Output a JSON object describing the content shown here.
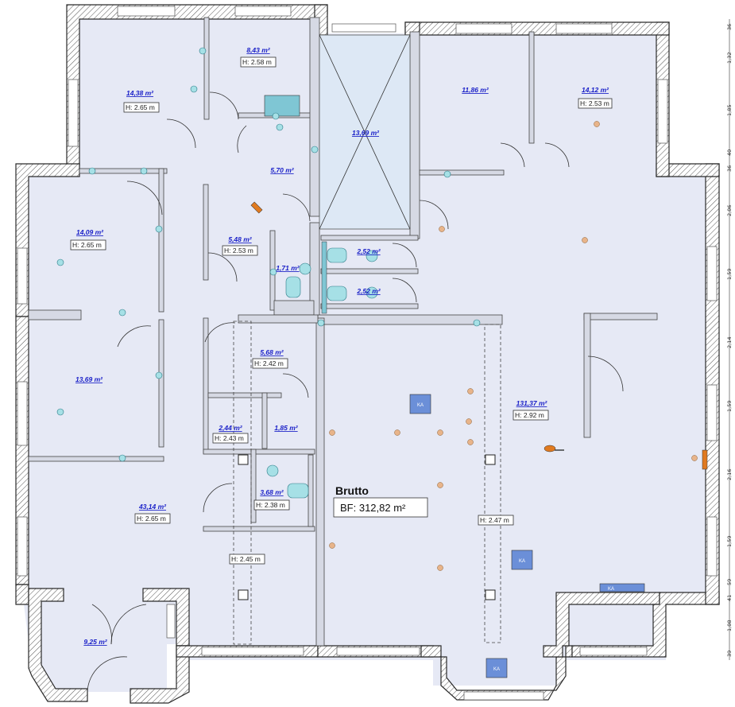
{
  "rooms": [
    {
      "id": "r1",
      "area": "14,38 m²",
      "height": "H: 2.65 m"
    },
    {
      "id": "r2",
      "area": "8,43 m²",
      "height": "H: 2.58 m"
    },
    {
      "id": "r3",
      "area": "13,69 m²",
      "height": ""
    },
    {
      "id": "r4",
      "area": "11,86 m²",
      "height": ""
    },
    {
      "id": "r5",
      "area": "14,12 m²",
      "height": "H: 2.53 m"
    },
    {
      "id": "r6",
      "area": "5,70 m²",
      "height": ""
    },
    {
      "id": "r7",
      "area": "14,09 m²",
      "height": "H: 2.65 m"
    },
    {
      "id": "r8",
      "area": "5,48 m²",
      "height": "H: 2.53 m"
    },
    {
      "id": "r9",
      "area": "1,71 m²",
      "height": ""
    },
    {
      "id": "r10",
      "area": "2,52 m²",
      "height": ""
    },
    {
      "id": "r11",
      "area": "2,52 m²",
      "height": ""
    },
    {
      "id": "r12",
      "area": "13,69 m²",
      "height": ""
    },
    {
      "id": "r13",
      "area": "5,68 m²",
      "height": "H: 2.42 m"
    },
    {
      "id": "r14",
      "area": "131,37 m²",
      "height": "H: 2.92 m"
    },
    {
      "id": "r15",
      "area": "2,44 m²",
      "height": "H: 2.43 m"
    },
    {
      "id": "r16",
      "area": "1,85 m²",
      "height": ""
    },
    {
      "id": "r17",
      "area": "3,68 m²",
      "height": "H: 2.38 m"
    },
    {
      "id": "r18",
      "area": "43,14 m²",
      "height": "H: 2.65 m"
    },
    {
      "id": "r19",
      "area": "9,25 m²",
      "height": ""
    }
  ],
  "extra_heights": [
    "H: 2.47 m",
    "H: 2.45 m"
  ],
  "brutto": {
    "title": "Brutto",
    "value": "BF: 312,82 m²"
  },
  "ka_label": "KA",
  "dims_right": [
    "36",
    "1,32",
    "1,85",
    "40",
    "36",
    "2,06",
    "1,59",
    "2,14",
    "1,59",
    "2,16",
    "1,59",
    "59",
    "41",
    "1,08",
    "39"
  ]
}
